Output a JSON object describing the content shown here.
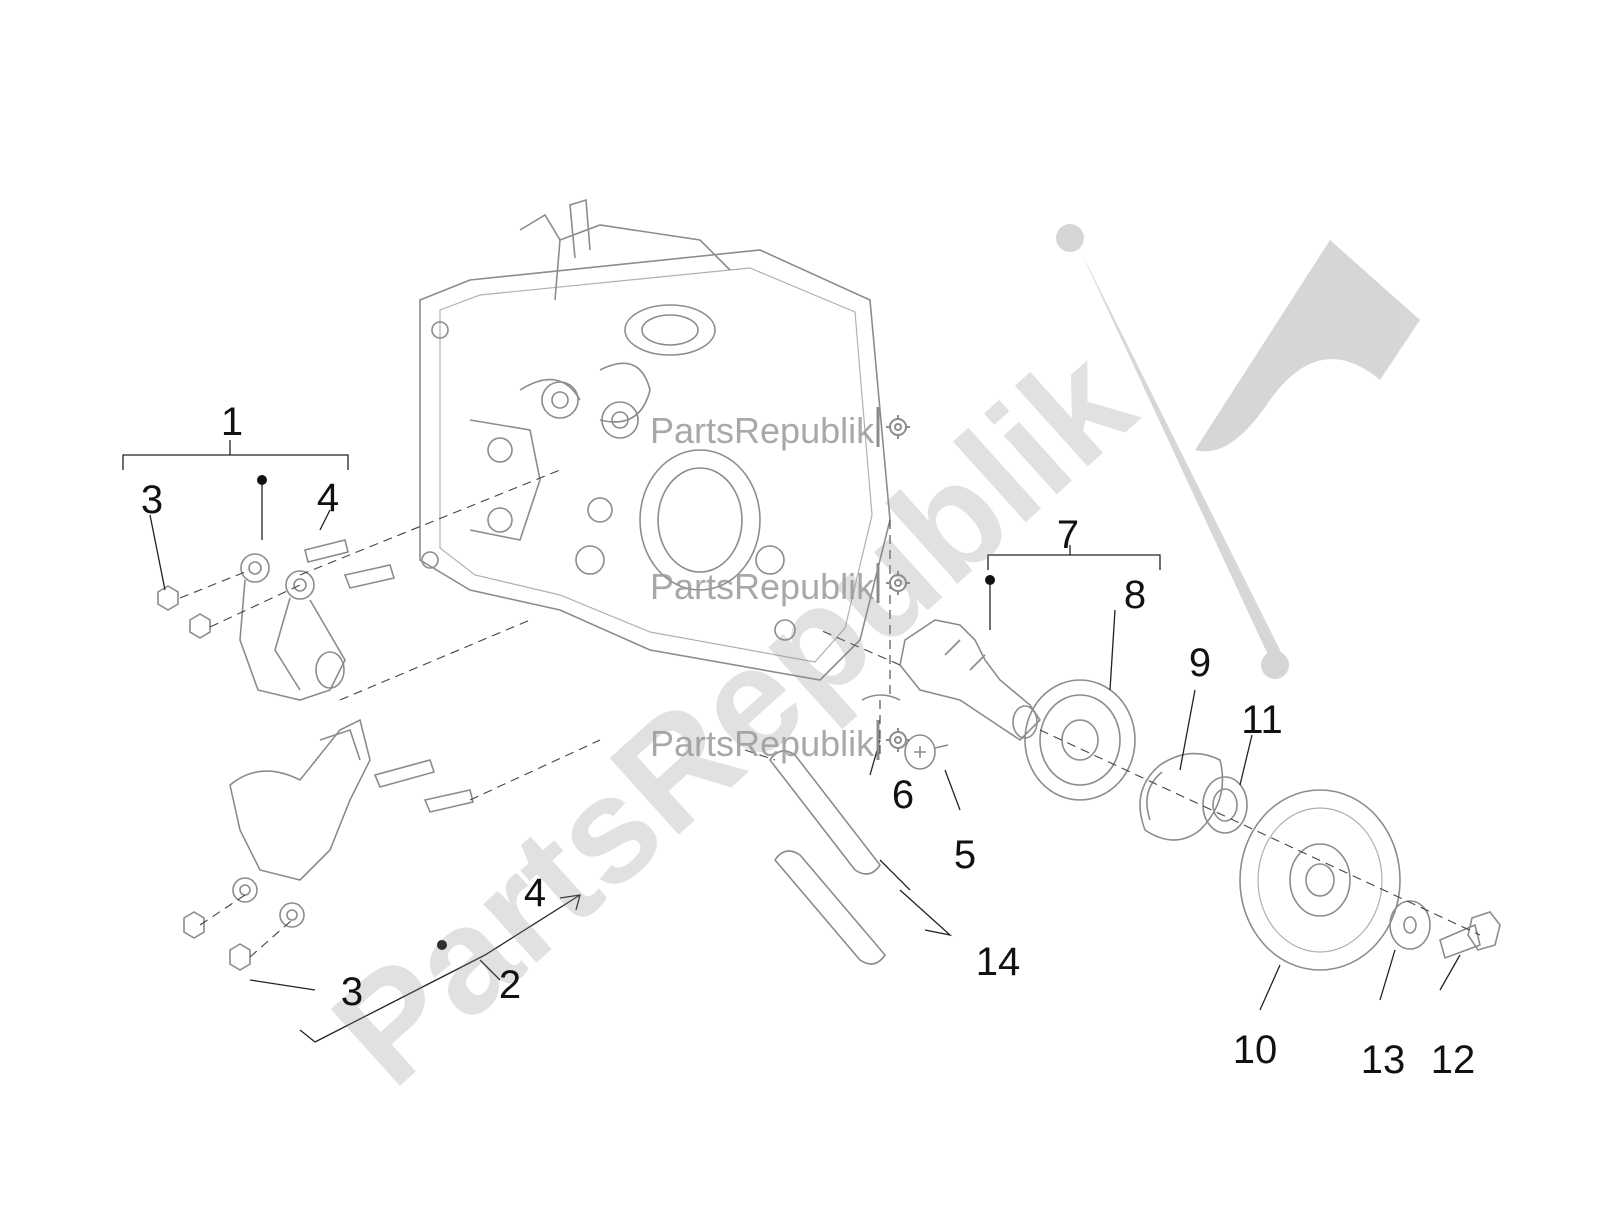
{
  "watermark": {
    "brand": "PartsRepublik",
    "diagonal_text": "PartsRepublik",
    "color": "#8c8c8c",
    "icon": "gear-icon"
  },
  "callouts": [
    {
      "id": "1",
      "text": "1"
    },
    {
      "id": "2",
      "text": "2"
    },
    {
      "id": "3a",
      "text": "3"
    },
    {
      "id": "3b",
      "text": "3"
    },
    {
      "id": "4a",
      "text": "4"
    },
    {
      "id": "4b",
      "text": "4"
    },
    {
      "id": "5",
      "text": "5"
    },
    {
      "id": "6",
      "text": "6"
    },
    {
      "id": "7",
      "text": "7"
    },
    {
      "id": "8",
      "text": "8"
    },
    {
      "id": "9",
      "text": "9"
    },
    {
      "id": "10",
      "text": "10"
    },
    {
      "id": "11",
      "text": "11"
    },
    {
      "id": "12",
      "text": "12"
    },
    {
      "id": "13",
      "text": "13"
    },
    {
      "id": "14",
      "text": "14"
    }
  ]
}
